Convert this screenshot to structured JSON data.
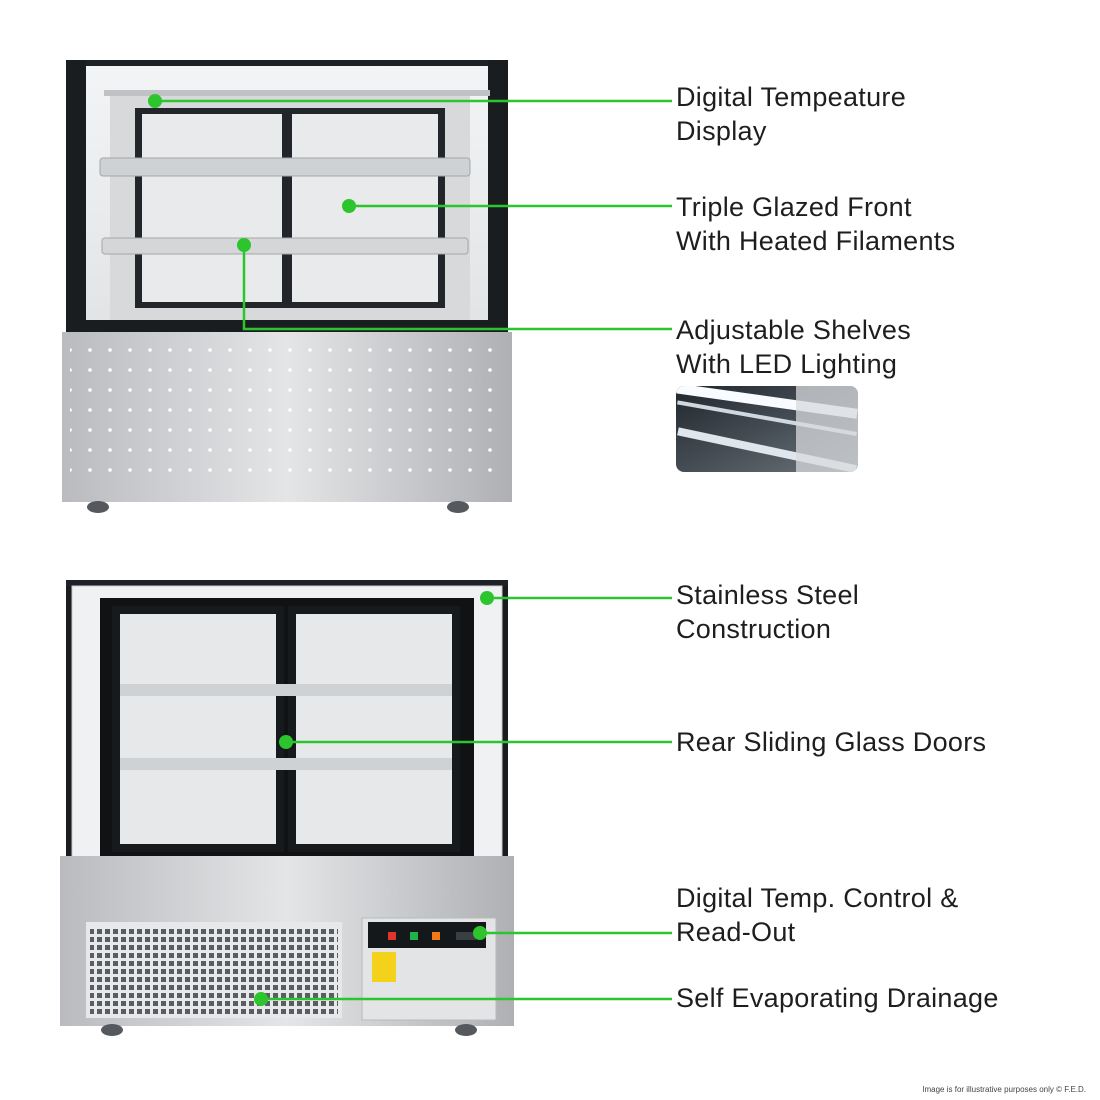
{
  "accent_color": "#2dc52d",
  "callouts": [
    {
      "id": "temp-display",
      "lines": [
        "Digital Tempeature",
        "Display"
      ]
    },
    {
      "id": "triple-glazed",
      "lines": [
        "Triple Glazed Front",
        "With Heated Filaments"
      ]
    },
    {
      "id": "shelves",
      "lines": [
        "Adjustable Shelves",
        "With LED Lighting"
      ]
    },
    {
      "id": "stainless",
      "lines": [
        "Stainless Steel",
        "Construction"
      ]
    },
    {
      "id": "sliding-doors",
      "lines": [
        "Rear Sliding Glass Doors"
      ]
    },
    {
      "id": "temp-control",
      "lines": [
        "Digital Temp. Control &",
        "Read-Out"
      ]
    },
    {
      "id": "drainage",
      "lines": [
        "Self Evaporating Drainage"
      ]
    }
  ],
  "footer_note": "Image is for illustrative purposes only  © F.E.D."
}
